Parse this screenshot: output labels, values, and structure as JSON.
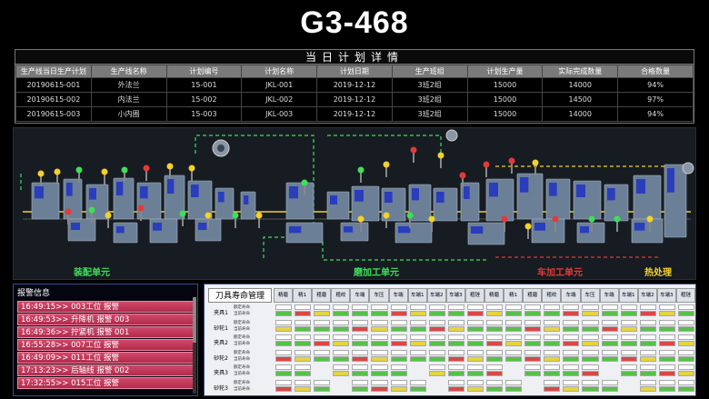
{
  "title": "G3-468",
  "plan": {
    "caption": "当日计划详情",
    "headers": [
      "生产线当日生产计划",
      "生产线名称",
      "计划编号",
      "计划名称",
      "计划日期",
      "生产班组",
      "计划生产量",
      "实际完成数量",
      "合格数量"
    ],
    "rows": [
      [
        "20190615-001",
        "外法兰",
        "15-001",
        "JKL-001",
        "2019-12-12",
        "3班2组",
        "15000",
        "14000",
        "94%"
      ],
      [
        "20190615-002",
        "内法兰",
        "15-002",
        "JKL-002",
        "2019-12-12",
        "3班2组",
        "15000",
        "14500",
        "97%"
      ],
      [
        "20190615-003",
        "小内圈",
        "15-003",
        "JKL-003",
        "2019-12-12",
        "3班2组",
        "15000",
        "14000",
        "94%"
      ]
    ]
  },
  "zones": {
    "assembly": "装配单元",
    "grinding": "磨加工单元",
    "turning": "车加工单元",
    "heat": "热处理"
  },
  "colors": {
    "green": "#3ce05a",
    "yellow": "#f2d12a",
    "red": "#e23a3a",
    "alarm": "#c43458"
  },
  "alarm": {
    "title": "报警信息",
    "items": [
      "16:49:15>>  003工位 报警",
      "16:49:53>> 升降机 报警 003",
      "16:49:36>> 拧紧机 报警 001",
      "16:55:28>> 007工位 报警",
      "16:49:09>> 011工位 报警",
      "17:13:23>> 后轴线 报警 002",
      "17:32:55>> 015工位 报警"
    ]
  },
  "tool": {
    "title": "刀具寿命管理",
    "columns": [
      "精磨",
      "精1",
      "粗磨",
      "粗绞",
      "车端",
      "车压",
      "车端",
      "车端1",
      "车端2",
      "车端3",
      "粗锉",
      "精磨",
      "精1",
      "粗磨",
      "粗绞",
      "车端",
      "车压",
      "车端",
      "车端1",
      "车端2",
      "车端3",
      "粗锉"
    ],
    "row_labels": [
      "夹具1",
      "砂轮1",
      "夹具2",
      "砂轮2",
      "夹具3",
      "砂轮3"
    ],
    "sub_labels": [
      "额定寿命",
      "当前寿命"
    ]
  }
}
